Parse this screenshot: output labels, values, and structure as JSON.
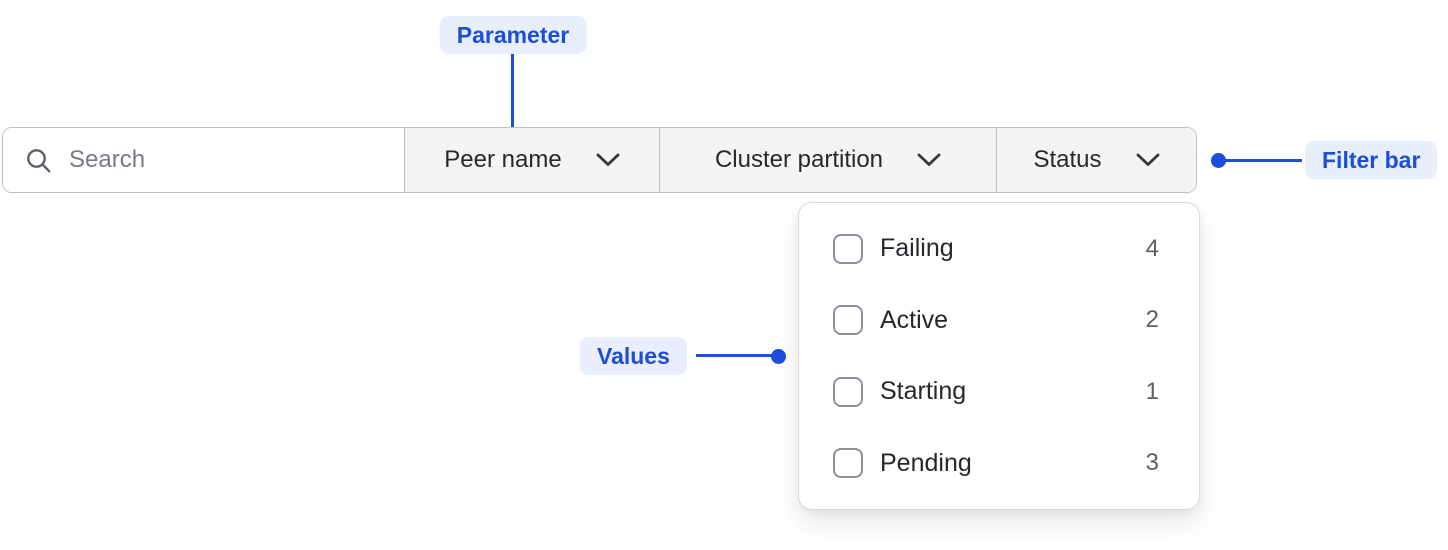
{
  "annotations": {
    "parameter": {
      "label": "Parameter"
    },
    "filter_bar": {
      "label": "Filter bar"
    },
    "values": {
      "label": "Values"
    }
  },
  "filter_bar": {
    "search": {
      "placeholder": "Search"
    },
    "parameters": [
      {
        "label": "Peer name"
      },
      {
        "label": "Cluster partition"
      },
      {
        "label": "Status"
      }
    ]
  },
  "status_dropdown": {
    "options": [
      {
        "label": "Failing",
        "count": 4,
        "checked": false
      },
      {
        "label": "Active",
        "count": 2,
        "checked": false
      },
      {
        "label": "Starting",
        "count": 1,
        "checked": false
      },
      {
        "label": "Pending",
        "count": 3,
        "checked": false
      }
    ]
  },
  "colors": {
    "accent_blue": "#1d4ed8",
    "annotation_badge_bg": "#e8eefb",
    "filter_bar_border": "#bcc0c6",
    "dropdown_section_bg": "#f4f4f5",
    "text_dark": "#26282d",
    "count_text": "#5a6069"
  },
  "icons": {
    "search": "search-icon",
    "chevron": "chevron-down-icon"
  }
}
